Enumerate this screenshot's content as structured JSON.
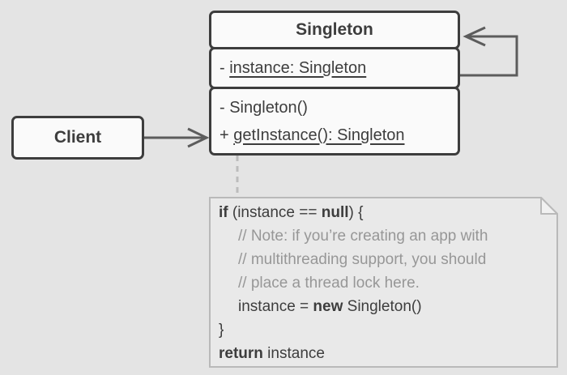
{
  "diagram_type": "uml-class-diagram-singleton-pattern",
  "uml_class": {
    "name": "Singleton",
    "field_prefix": "- ",
    "field_text": "instance: Singleton",
    "method1_prefix": "- ",
    "method1_text": "Singleton()",
    "method2_prefix": "+ ",
    "method2_text": "getInstance(): Singleton"
  },
  "client": {
    "label": "Client"
  },
  "note": {
    "if_kw": "if",
    "if_mid": " (instance == ",
    "null_kw": "null",
    "if_end": ") {",
    "comment1": "// Note: if you’re creating an app with",
    "comment2": "// multithreading support, you should",
    "comment3": "// place a thread lock here.",
    "assign_pre": "instance = ",
    "new_kw": "new",
    "assign_post": " Singleton()",
    "close_brace": "}",
    "return_kw": "return",
    "return_post": " instance"
  },
  "colors": {
    "background": "#e4e4e4",
    "box_fill": "#fafafa",
    "box_border": "#3d3d3d",
    "text": "#3d3d3d",
    "arrow": "#5c5c5c",
    "dashed_connector": "#bcbcbc",
    "note_fill": "#e9e9e9",
    "note_border": "#b9b9b9",
    "note_fold_fill": "#f1f1f1",
    "comment_text": "#979797"
  }
}
